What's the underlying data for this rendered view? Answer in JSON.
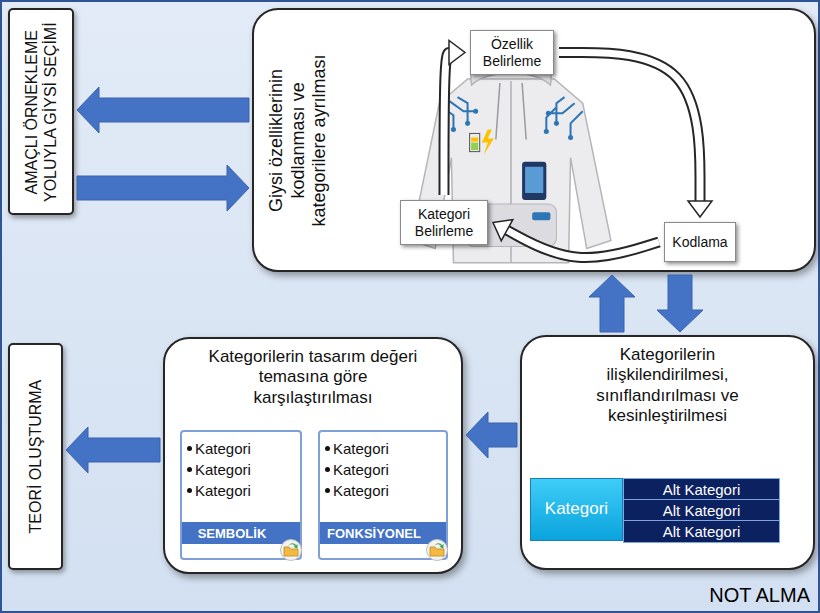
{
  "diagram": {
    "nodes": [
      {
        "text": [
          "AMAÇLI ÖRNEKLEME YOLUYLA GİYSİ SEÇİMİ"
        ]
      },
      {
        "text": [
          "Giysi özelliklerinin kodlanması ve kategorilere ayrılması"
        ]
      },
      {
        "text": [
          "Özellik Belirleme"
        ],
        "in": 1
      },
      {
        "text": [
          "Kodlama"
        ],
        "in": 1
      },
      {
        "text": [
          "Kategori Belirleme"
        ],
        "in": 1
      },
      {
        "text": [
          "Kategorilerin ilişkilendirilmesi, sınıflandırılması ve kesinleştirilmesi"
        ]
      },
      {
        "text": [
          "Kategori"
        ],
        "in": 5
      },
      {
        "text": [
          "Alt Kategori"
        ],
        "in": 5
      },
      {
        "text": [
          "Alt Kategori"
        ],
        "in": 5
      },
      {
        "text": [
          "Alt Kategori"
        ],
        "in": 5
      },
      {
        "text": [
          "Kategorilerin tasarım değeri temasına göre karşılaştırılması"
        ]
      },
      {
        "text": [
          "Kategori",
          "Kategori",
          "Kategori",
          "SEMBOLİK"
        ],
        "in": 10
      },
      {
        "text": [
          "Kategori",
          "Kategori",
          "Kategori",
          "FONKSİYONEL"
        ],
        "in": 10
      },
      {
        "text": [
          "TEORİ OLUŞTURMA"
        ]
      }
    ],
    "edges": [
      {
        "from": 1,
        "to": 0,
        "arrow": "to"
      },
      {
        "from": 0,
        "to": 1,
        "arrow": "to"
      },
      {
        "from": 2,
        "to": 3,
        "arrow": "to"
      },
      {
        "from": 3,
        "to": 4,
        "arrow": "to"
      },
      {
        "from": 4,
        "to": 2,
        "arrow": "to"
      },
      {
        "from": 5,
        "to": 1,
        "arrow": "to"
      },
      {
        "from": 1,
        "to": 5,
        "arrow": "to"
      },
      {
        "from": 5,
        "to": 10,
        "arrow": "to"
      },
      {
        "from": 10,
        "to": 13,
        "arrow": "to"
      }
    ],
    "labels": [
      "NOT ALMA"
    ]
  }
}
